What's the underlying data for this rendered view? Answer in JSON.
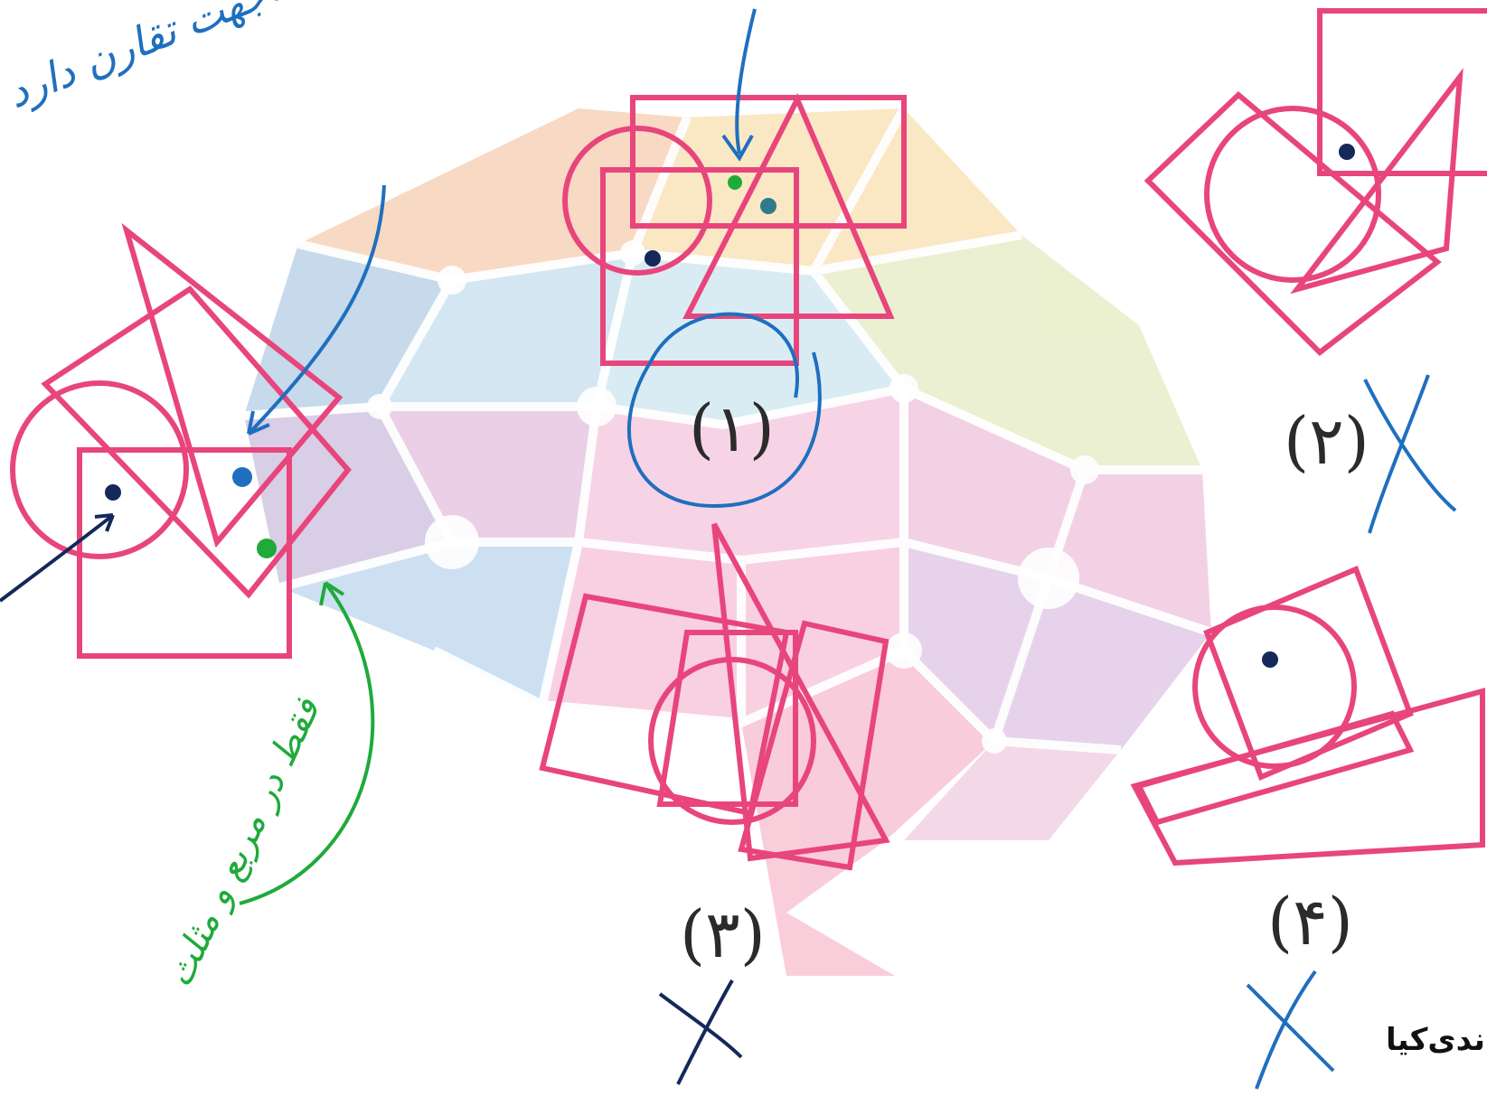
{
  "options": [
    {
      "label": "(۱)",
      "status": "selected"
    },
    {
      "label": "(۲)",
      "status": "crossed"
    },
    {
      "label": "(۳)",
      "status": "crossed"
    },
    {
      "label": "(۴)",
      "status": "crossed"
    }
  ],
  "annotations": {
    "top_note": "درهمه‌جهت تقارن دارد",
    "bottom_note": "فقط در مربع و مثلث"
  },
  "watermark": "ندی‌کیا",
  "colors": {
    "shape_stroke": "#e8457d",
    "ink_blue": "#1f6fbf",
    "ink_green": "#1faa3a",
    "ink_navy": "#14285a"
  }
}
